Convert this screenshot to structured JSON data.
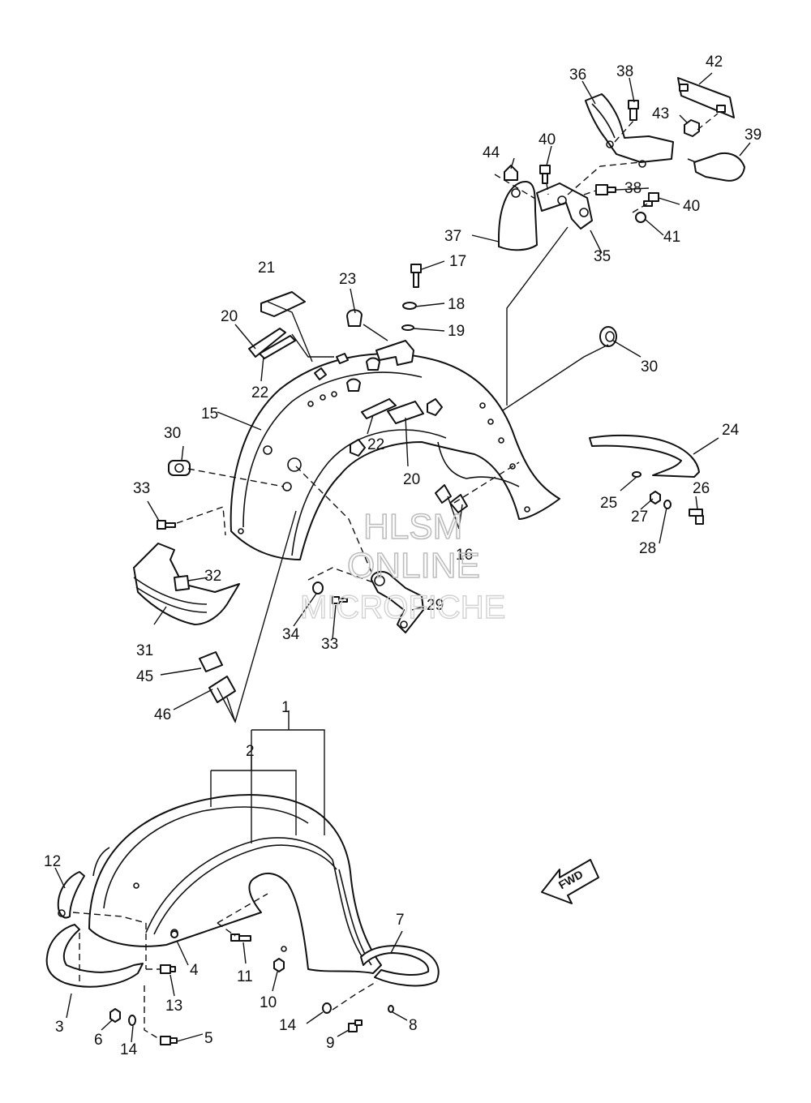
{
  "labels": {
    "p1": "1",
    "p2": "2",
    "p3": "3",
    "p4": "4",
    "p5": "5",
    "p6": "6",
    "p7": "7",
    "p8": "8",
    "p9": "9",
    "p10": "10",
    "p11": "11",
    "p12": "12",
    "p13": "13",
    "p14a": "14",
    "p14b": "14",
    "p15": "15",
    "p16": "16",
    "p17": "17",
    "p18": "18",
    "p19": "19",
    "p20a": "20",
    "p20b": "20",
    "p21": "21",
    "p22a": "22",
    "p22b": "22",
    "p23": "23",
    "p24": "24",
    "p25": "25",
    "p26": "26",
    "p27": "27",
    "p28": "28",
    "p29": "29",
    "p30a": "30",
    "p30b": "30",
    "p31": "31",
    "p32": "32",
    "p33a": "33",
    "p33b": "33",
    "p34": "34",
    "p35": "35",
    "p36": "36",
    "p37": "37",
    "p38a": "38",
    "p38b": "38",
    "p39": "39",
    "p40a": "40",
    "p40b": "40",
    "p41": "41",
    "p42": "42",
    "p43": "43",
    "p44": "44",
    "p45": "45",
    "p46": "46"
  },
  "watermark": {
    "line1": "HLSM",
    "line2": "ONLINE",
    "line3": "MICROFICHE"
  },
  "direction_badge": {
    "text": "FWD"
  }
}
